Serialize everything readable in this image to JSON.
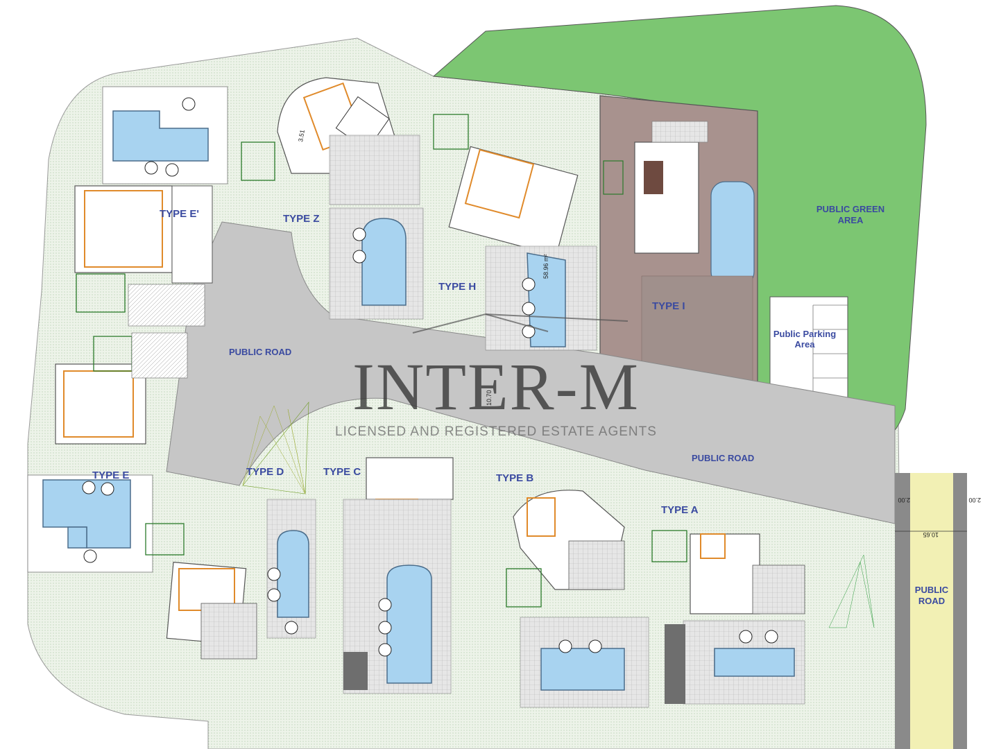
{
  "labels": {
    "type_e_prime": "TYPE E'",
    "type_z": "TYPE Z",
    "type_h": "TYPE H",
    "type_i": "TYPE I",
    "type_e": "TYPE E",
    "type_d": "TYPE D",
    "type_c": "TYPE C",
    "type_b": "TYPE B",
    "type_a": "TYPE A",
    "public_green_area_line1": "PUBLIC GREEN",
    "public_green_area_line2": "AREA",
    "public_parking_line1": "Public Parking",
    "public_parking_line2": "Area",
    "public_road_left": "PUBLIC ROAD",
    "public_road_right": "PUBLIC ROAD",
    "public_road_side_line1": "PUBLIC",
    "public_road_side_line2": "ROAD"
  },
  "watermark": {
    "title": "INTER-M",
    "subtitle": "LICENSED AND REGISTERED ESTATE AGENTS"
  },
  "dimensions": {
    "road_width": "10.70",
    "pool_area": "58.96 m²",
    "side_left": "2.00",
    "side_right": "2.00",
    "side_total": "10.65",
    "stair_height": "3.51"
  },
  "colors": {
    "green_area": "#7cc672",
    "road": "#c6c6c6",
    "plot_fill": "#eef3ea",
    "type_i_plot": "#a8928e",
    "pool": "#a8d3f0",
    "side_road": "#f2f0b4",
    "label": "#3a4aa0"
  }
}
